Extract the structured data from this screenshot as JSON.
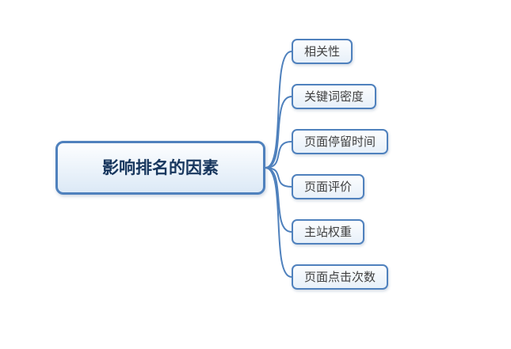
{
  "diagram": {
    "type": "mindmap",
    "root": {
      "label": "影响排名的因素"
    },
    "children": [
      {
        "label": "相关性"
      },
      {
        "label": "关键词密度"
      },
      {
        "label": "页面停留时间"
      },
      {
        "label": "页面评价"
      },
      {
        "label": "主站权重"
      },
      {
        "label": "页面点击次数"
      }
    ],
    "colors": {
      "node_border": "#4F81BD",
      "connector": "#4F81BD",
      "root_text": "#17365D",
      "child_text": "#404040",
      "node_fill": "#E7F0F9",
      "background": "#FFFFFF"
    }
  }
}
